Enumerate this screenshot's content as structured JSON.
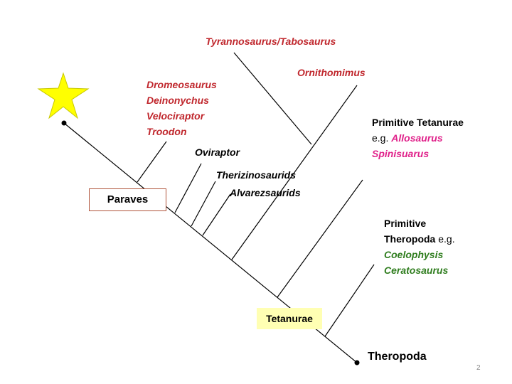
{
  "labels": {
    "tyrannosaurus": "Tyrannosaurus/Tabosaurus",
    "ornithomimus": "Ornithomimus",
    "dromaeosaurs": [
      "Dromeosaurus",
      "Deinonychus",
      "Velociraptor",
      "Troodon"
    ],
    "oviraptor": "Oviraptor",
    "therizinosaurids": "Therizinosaurids",
    "alvarezsaurids": "Alvarezsaurids",
    "tetanurae_primitive": {
      "title": "Primitive Tetanurae",
      "eg": "e.g.",
      "genus1": "Allosaurus",
      "genus2": "Spinisuarus"
    },
    "theropoda_primitive": {
      "title1": "Primitive",
      "title2": "Theropoda",
      "eg": "e.g.",
      "genus1": "Coelophysis",
      "genus2": "Ceratosaurus"
    }
  },
  "nodes": {
    "paraves": "Paraves",
    "tetanurae": "Tetanurae",
    "theropoda": "Theropoda"
  },
  "page_number": "2",
  "colors": {
    "red": "#c0272d",
    "pink": "#e0218a",
    "green": "#2f7d1e",
    "tetanurae_box": "#ffffb3",
    "star": "#ffff00"
  }
}
